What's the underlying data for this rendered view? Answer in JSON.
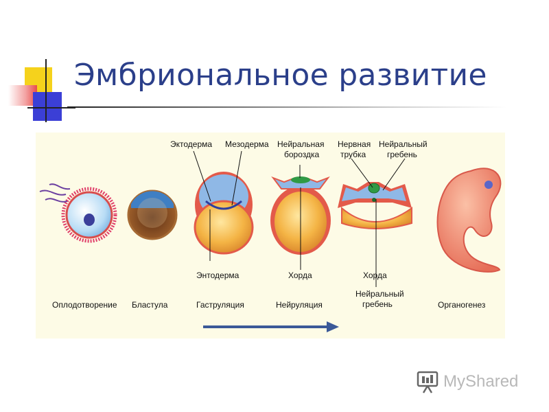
{
  "slide": {
    "title": "Эмбриональное развитие"
  },
  "diagram": {
    "stages": [
      "Оплодотворение",
      "Бластула",
      "Гаструляция",
      "Нейруляция",
      "Органогенез"
    ],
    "neural_crest_stage_label": "Нейральный гребень",
    "top_labels": {
      "ectoderm": "Эктодерма",
      "mesoderm": "Мезодерма",
      "neural_groove_1": "Нейральная",
      "neural_groove_2": "бороздка",
      "neural_tube_1": "Нервная",
      "neural_tube_2": "трубка",
      "neural_crest_1": "Нейральный",
      "neural_crest_2": "гребень"
    },
    "bottom_labels": {
      "endoderm": "Энтодерма",
      "notochord_a": "Хорда",
      "notochord_b": "Хорда",
      "neural_crest_1": "Нейральный",
      "neural_crest_2": "гребень"
    },
    "arrow_color": "#3b5998"
  },
  "watermark": {
    "text": "MyShared",
    "icon": "myshared-logo-icon"
  }
}
